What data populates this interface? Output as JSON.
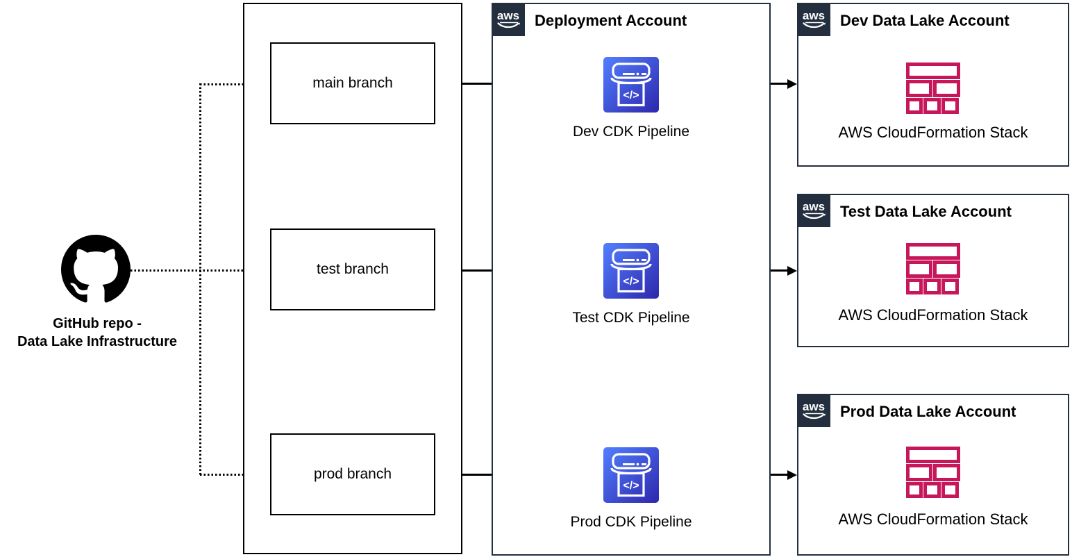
{
  "diagram": {
    "github": {
      "icon": "github-octocat-icon",
      "label_line1": "GitHub repo -",
      "label_line2": "Data Lake Infrastructure"
    },
    "branches": [
      {
        "label": "main branch"
      },
      {
        "label": "test branch"
      },
      {
        "label": "prod branch"
      }
    ],
    "deployment_account": {
      "aws_logo_text": "aws",
      "title": "Deployment Account",
      "pipelines": [
        {
          "icon": "cdk-pipeline-icon",
          "code_glyph": "</>",
          "label": "Dev CDK Pipeline"
        },
        {
          "icon": "cdk-pipeline-icon",
          "code_glyph": "</>",
          "label": "Test CDK Pipeline"
        },
        {
          "icon": "cdk-pipeline-icon",
          "code_glyph": "</>",
          "label": "Prod CDK Pipeline"
        }
      ]
    },
    "data_lake_accounts": [
      {
        "aws_logo_text": "aws",
        "title": "Dev Data Lake Account",
        "icon": "cloudformation-stack-icon",
        "stack_label": "AWS CloudFormation Stack"
      },
      {
        "aws_logo_text": "aws",
        "title": "Test Data Lake Account",
        "icon": "cloudformation-stack-icon",
        "stack_label": "AWS CloudFormation Stack"
      },
      {
        "aws_logo_text": "aws",
        "title": "Prod Data Lake Account",
        "icon": "cloudformation-stack-icon",
        "stack_label": "AWS CloudFormation Stack"
      }
    ],
    "colors": {
      "aws_dark_navy": "#232F3E",
      "cdk_gradient_top_left": "#527FFF",
      "cdk_gradient_bottom_right": "#2E27AD",
      "cloudformation_pink": "#C7175B",
      "line_color": "#000000",
      "background": "#FFFFFF"
    }
  }
}
